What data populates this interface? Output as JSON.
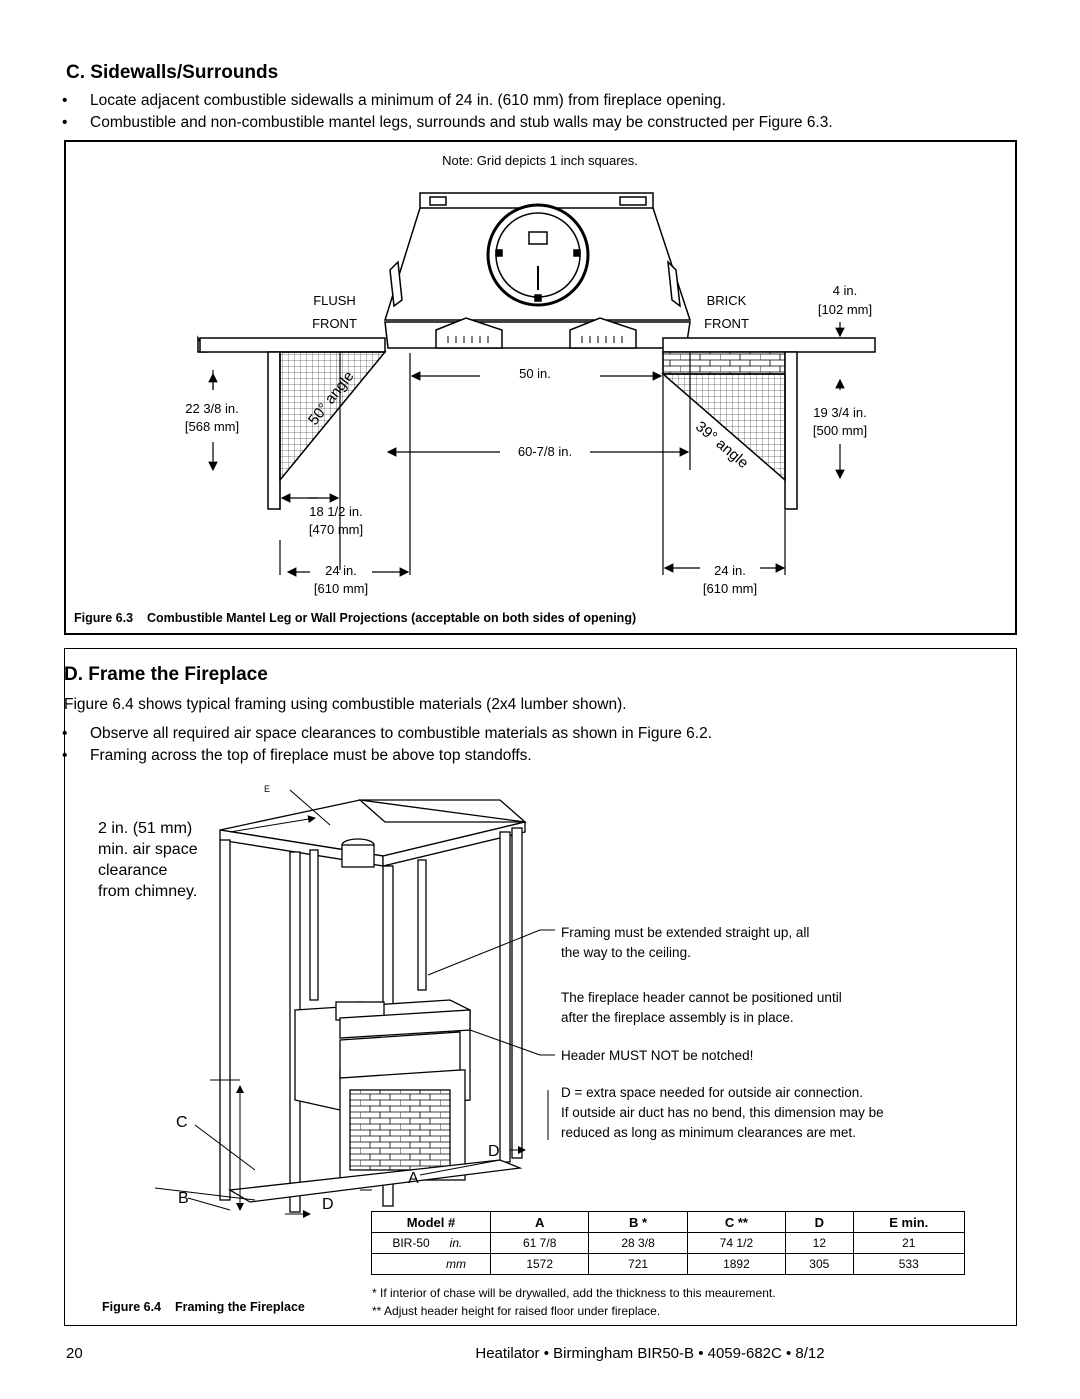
{
  "section_c": {
    "heading": "C. Sidewalls/Surrounds",
    "bullets": [
      "Locate adjacent combustible sidewalls a minimum of 24 in. (610 mm) from fireplace opening.",
      "Combustible and non-combustible mantel legs, surrounds and stub walls may be constructed per Figure 6.3."
    ]
  },
  "figure_6_3": {
    "note": "Note: Grid depicts 1 inch squares.",
    "flush_front": [
      "FLUSH",
      "FRONT"
    ],
    "brick_front": [
      "BRICK",
      "FRONT"
    ],
    "dim_4in": [
      "4 in.",
      "[102 mm]"
    ],
    "dim_50in": "50 in.",
    "dim_60in": "60-7/8 in.",
    "dim_22in": [
      "22 3/8 in.",
      "[568 mm]"
    ],
    "dim_19in": [
      "19 3/4 in.",
      "[500 mm]"
    ],
    "dim_18in": [
      "18 1/2 in.",
      "[470 mm]"
    ],
    "dim_24in_left": [
      "24 in.",
      "[610 mm]"
    ],
    "dim_24in_right": [
      "24 in.",
      "[610 mm]"
    ],
    "angle_left": "50° angle",
    "angle_right": "39° angle",
    "caption_num": "Figure 6.3",
    "caption_text": "Combustible Mantel Leg or Wall Projections (acceptable on both sides of opening)"
  },
  "section_d": {
    "heading": "D. Frame the Fireplace",
    "intro": "Figure 6.4 shows typical framing using combustible materials (2x4 lumber shown).",
    "bullets": [
      "Observe all required air space clearances to combustible materials as shown in Figure 6.2.",
      "Framing across the top of fireplace must be above top standoffs."
    ]
  },
  "figure_6_4": {
    "chimney_note": [
      "2 in. (51 mm)",
      "min. air space",
      "clearance",
      "from chimney."
    ],
    "framing_note": [
      "Framing must be extended straight up, all",
      "the way to the ceiling."
    ],
    "header_note": [
      "The fireplace header cannot be positioned until",
      "after the fireplace assembly is in place."
    ],
    "notch_note": "Header MUST NOT be notched!",
    "d_note": [
      "D = extra space needed for outside air connection.",
      "If outside air duct has no bend, this dimension may be",
      "reduced as long as minimum clearances are met."
    ],
    "letters": {
      "a": "A",
      "b": "B",
      "c": "C",
      "d1": "D",
      "d2": "D",
      "e": "E"
    },
    "table": {
      "headers": [
        "Model #",
        "A",
        "B *",
        "C **",
        "D",
        "E min."
      ],
      "model": "BIR-50",
      "rows": [
        {
          "unit": "in.",
          "values": [
            "61 7/8",
            "28 3/8",
            "74 1/2",
            "12",
            "21"
          ]
        },
        {
          "unit": "mm",
          "values": [
            "1572",
            "721",
            "1892",
            "305",
            "533"
          ]
        }
      ]
    },
    "footnotes": [
      "* If interior of chase will be drywalled, add the thickness to this meaurement.",
      "** Adjust header height for raised floor under fireplace."
    ],
    "caption_num": "Figure 6.4",
    "caption_text": "Framing the Fireplace"
  },
  "footer": {
    "page_number": "20",
    "doc_info": "Heatilator • Birmingham BIR50-B • 4059-682C • 8/12"
  }
}
